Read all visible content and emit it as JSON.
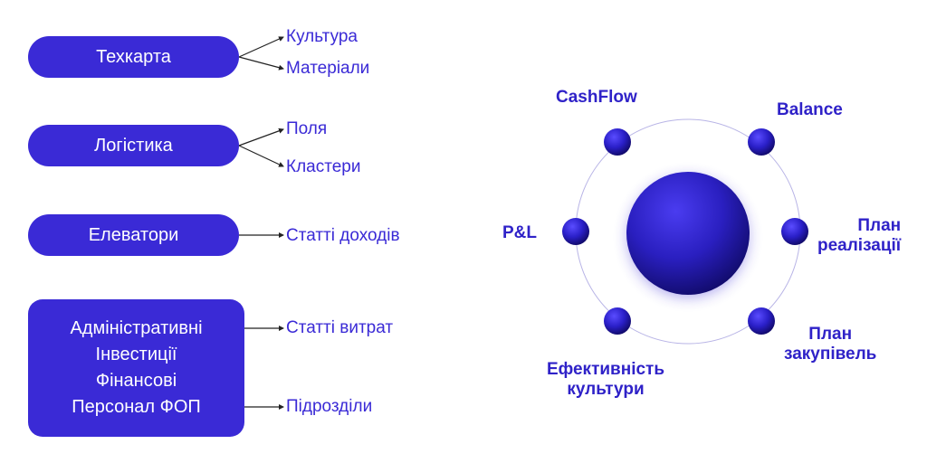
{
  "left": {
    "groups": [
      {
        "label": "Техкарта",
        "children": [
          "Культура",
          "Матеріали"
        ]
      },
      {
        "label": "Логістика",
        "children": [
          "Поля",
          "Кластери"
        ]
      },
      {
        "label": "Елеватори",
        "children": [
          "Статті доходів"
        ]
      }
    ],
    "block": {
      "lines": [
        "Адміністративні",
        "Інвестиції",
        "Фінансові",
        "Персонал ФОП"
      ],
      "children": [
        "Статті витрат",
        "Підрозділи"
      ]
    }
  },
  "orbit": {
    "labels": {
      "cashflow": "CashFlow",
      "balance": "Balance",
      "pl": "P&L",
      "plan_realization_1": "План",
      "plan_realization_2": "реалізації",
      "plan_purchases_1": "План",
      "plan_purchases_2": "закупівель",
      "efficiency_1": "Ефективність",
      "efficiency_2": "культури"
    }
  },
  "colors": {
    "accent": "#3a2ad6",
    "orbit": "#b8b4e6"
  }
}
